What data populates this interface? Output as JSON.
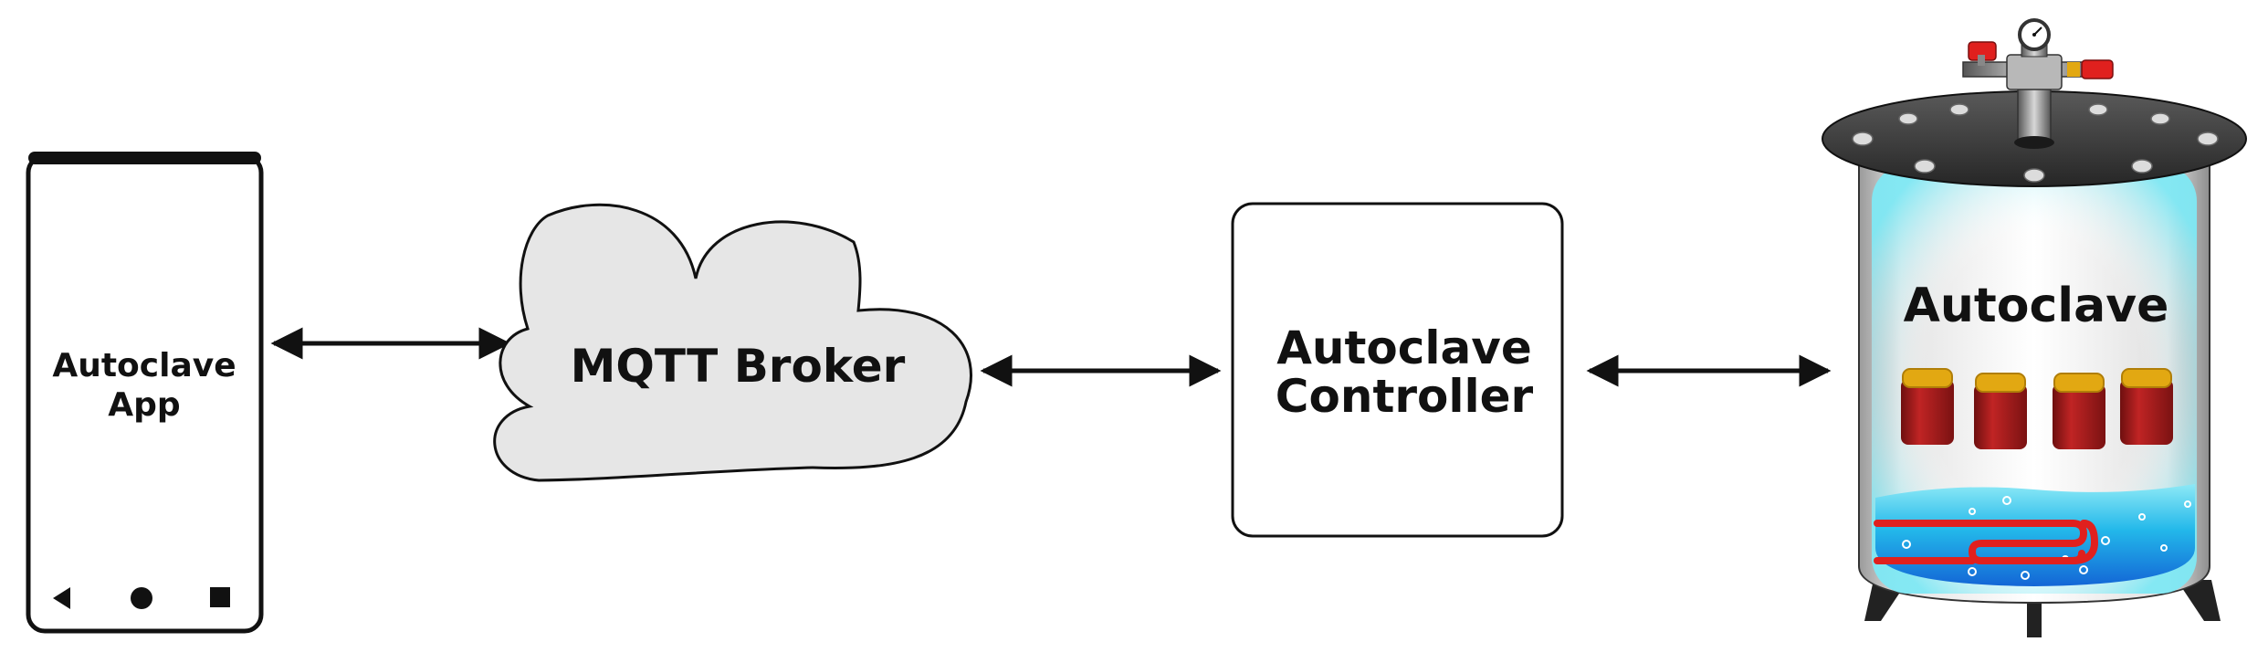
{
  "nodes": {
    "app": {
      "line1": "Autoclave",
      "line2": "App"
    },
    "broker": {
      "label": "MQTT Broker"
    },
    "controller": {
      "line1": "Autoclave",
      "line2": "Controller"
    },
    "autoclave": {
      "label": "Autoclave"
    }
  },
  "phone_nav": {
    "back": "back-icon",
    "home": "home-icon",
    "recents": "recents-icon"
  },
  "connections": [
    {
      "from": "app",
      "to": "broker",
      "direction": "bidirectional"
    },
    {
      "from": "broker",
      "to": "controller",
      "direction": "bidirectional"
    },
    {
      "from": "controller",
      "to": "autoclave",
      "direction": "bidirectional"
    }
  ],
  "colors": {
    "outline": "#111111",
    "cloud_fill": "#e6e6e6",
    "lid": "#3a3a3a",
    "water": "#23b8ea",
    "glow": "#7fe8f4",
    "heater": "#e0201e",
    "jar": "#a81c1c",
    "jar_lid": "#e2a812"
  }
}
